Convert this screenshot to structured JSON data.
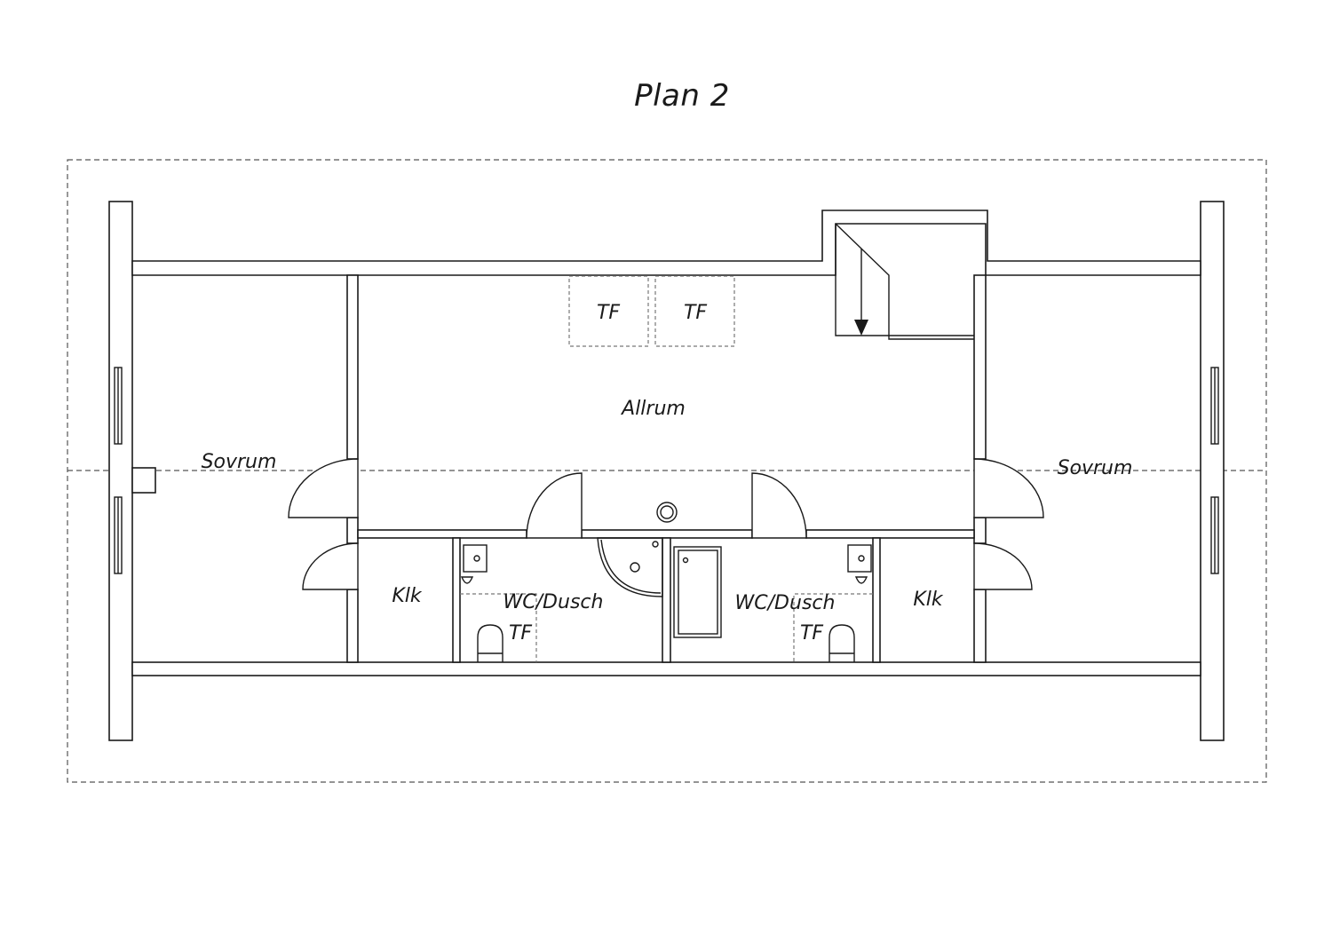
{
  "title": "Plan 2",
  "rooms": {
    "sovrum_left": "Sovrum",
    "sovrum_right": "Sovrum",
    "allrum": "Allrum",
    "klk_left": "Klk",
    "klk_right": "Klk",
    "wc_left": "WC/Dusch",
    "wc_right": "WC/Dusch",
    "tf_1": "TF",
    "tf_2": "TF",
    "tf_3": "TF",
    "tf_4": "TF"
  },
  "colors": {
    "line": "#1a1a1a",
    "dashed": "#555555",
    "background": "#ffffff"
  }
}
